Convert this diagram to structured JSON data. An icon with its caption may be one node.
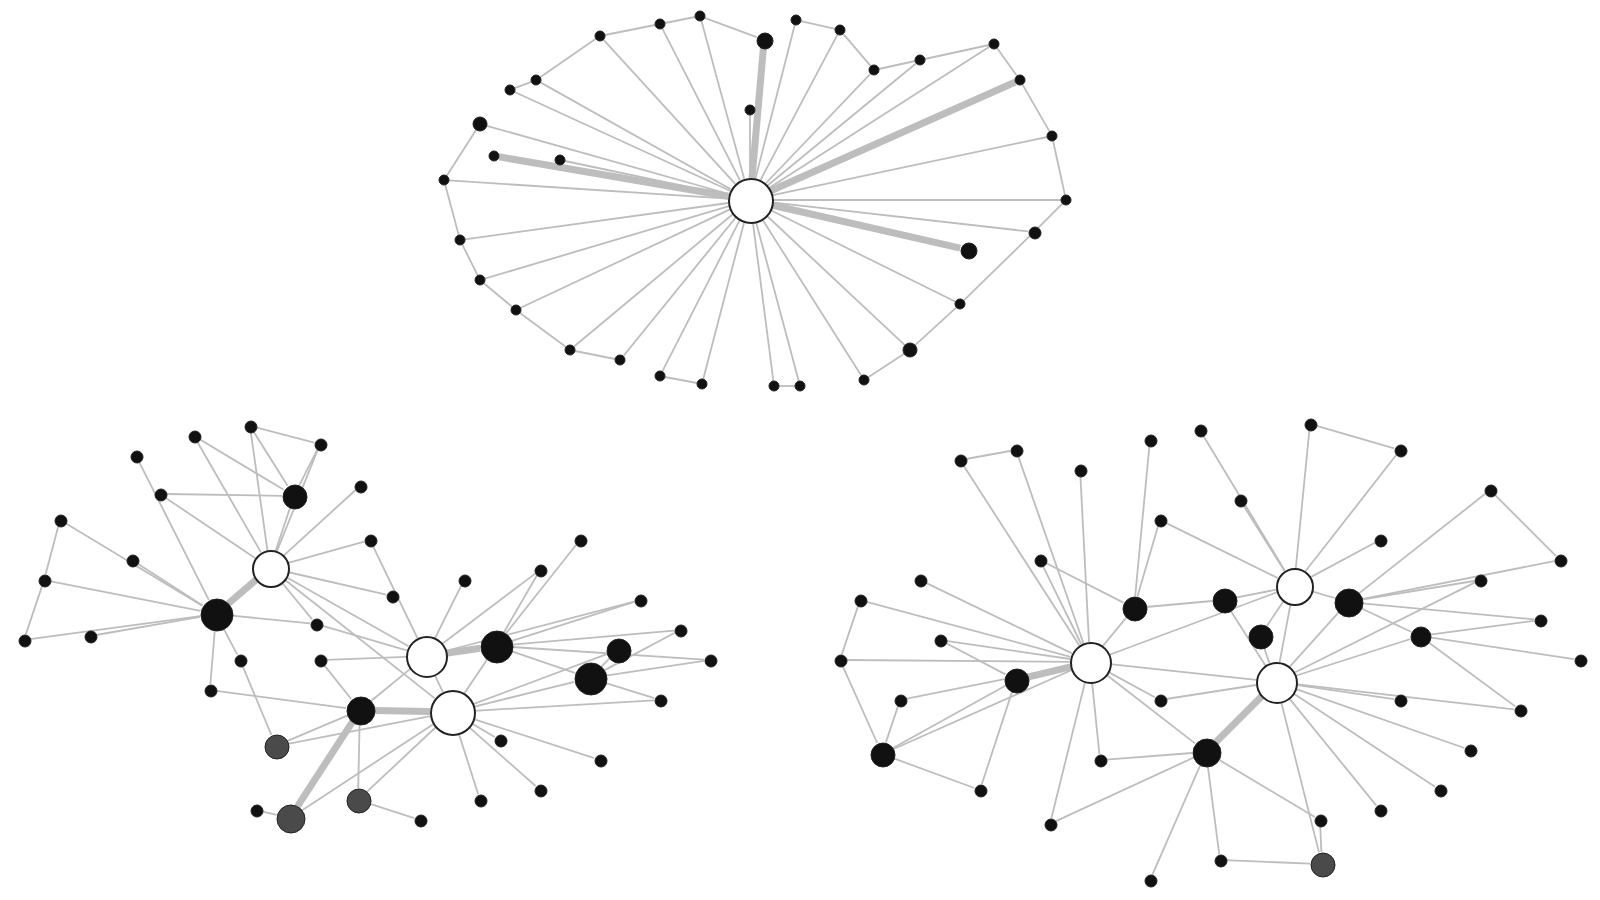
{
  "diagram": {
    "nodes": [
      {
        "text": [],
        "shape": "circle"
      },
      {
        "text": [],
        "shape": "circle"
      },
      {
        "text": [],
        "shape": "circle"
      },
      {
        "text": [],
        "shape": "circle"
      },
      {
        "text": [],
        "shape": "circle"
      },
      {
        "text": [],
        "shape": "circle"
      },
      {
        "text": [],
        "shape": "circle"
      },
      {
        "text": [],
        "shape": "circle"
      },
      {
        "text": [],
        "shape": "circle"
      },
      {
        "text": [],
        "shape": "circle"
      },
      {
        "text": [],
        "shape": "circle"
      },
      {
        "text": [],
        "shape": "circle"
      },
      {
        "text": [],
        "shape": "circle"
      },
      {
        "text": [],
        "shape": "circle"
      },
      {
        "text": [],
        "shape": "circle"
      },
      {
        "text": [],
        "shape": "circle"
      },
      {
        "text": [],
        "shape": "circle"
      },
      {
        "text": [],
        "shape": "circle"
      },
      {
        "text": [],
        "shape": "circle"
      },
      {
        "text": [],
        "shape": "circle"
      },
      {
        "text": [],
        "shape": "circle"
      },
      {
        "text": [],
        "shape": "circle"
      },
      {
        "text": [],
        "shape": "circle"
      },
      {
        "text": [],
        "shape": "circle"
      },
      {
        "text": [],
        "shape": "circle"
      },
      {
        "text": [],
        "shape": "circle"
      },
      {
        "text": [],
        "shape": "circle"
      },
      {
        "text": [],
        "shape": "circle"
      },
      {
        "text": [],
        "shape": "circle"
      },
      {
        "text": [],
        "shape": "circle"
      },
      {
        "text": [],
        "shape": "circle"
      },
      {
        "text": [],
        "shape": "circle"
      },
      {
        "text": [],
        "shape": "circle"
      },
      {
        "text": [],
        "shape": "circle"
      },
      {
        "text": [],
        "shape": "circle"
      },
      {
        "text": [],
        "shape": "circle"
      },
      {
        "text": [],
        "shape": "circle"
      },
      {
        "text": [],
        "shape": "circle"
      },
      {
        "text": [],
        "shape": "circle"
      },
      {
        "text": [],
        "shape": "circle"
      },
      {
        "text": [],
        "shape": "circle"
      },
      {
        "text": [],
        "shape": "circle"
      },
      {
        "text": [],
        "shape": "circle"
      },
      {
        "text": [],
        "shape": "circle"
      },
      {
        "text": [],
        "shape": "circle"
      },
      {
        "text": [],
        "shape": "circle"
      },
      {
        "text": [],
        "shape": "circle"
      },
      {
        "text": [],
        "shape": "circle"
      },
      {
        "text": [],
        "shape": "circle"
      },
      {
        "text": [],
        "shape": "circle"
      },
      {
        "text": [],
        "shape": "circle"
      },
      {
        "text": [],
        "shape": "circle"
      },
      {
        "text": [],
        "shape": "circle"
      },
      {
        "text": [],
        "shape": "circle"
      },
      {
        "text": [],
        "shape": "circle"
      },
      {
        "text": [],
        "shape": "circle"
      },
      {
        "text": [],
        "shape": "circle"
      },
      {
        "text": [],
        "shape": "circle"
      },
      {
        "text": [],
        "shape": "circle"
      },
      {
        "text": [],
        "shape": "circle"
      },
      {
        "text": [],
        "shape": "circle"
      },
      {
        "text": [],
        "shape": "circle"
      },
      {
        "text": [],
        "shape": "circle"
      },
      {
        "text": [],
        "shape": "circle"
      },
      {
        "text": [],
        "shape": "circle"
      },
      {
        "text": [],
        "shape": "circle"
      },
      {
        "text": [],
        "shape": "circle"
      },
      {
        "text": [],
        "shape": "circle"
      },
      {
        "text": [],
        "shape": "circle"
      },
      {
        "text": [],
        "shape": "circle"
      },
      {
        "text": [],
        "shape": "circle"
      },
      {
        "text": [],
        "shape": "circle"
      },
      {
        "text": [],
        "shape": "circle"
      },
      {
        "text": [],
        "shape": "circle"
      },
      {
        "text": [],
        "shape": "circle"
      },
      {
        "text": [],
        "shape": "circle"
      },
      {
        "text": [],
        "shape": "circle"
      },
      {
        "text": [],
        "shape": "circle"
      },
      {
        "text": [],
        "shape": "circle"
      },
      {
        "text": [],
        "shape": "circle"
      },
      {
        "text": [],
        "shape": "circle"
      },
      {
        "text": [],
        "shape": "circle"
      },
      {
        "text": [],
        "shape": "circle"
      },
      {
        "text": [],
        "shape": "circle"
      },
      {
        "text": [],
        "shape": "circle"
      },
      {
        "text": [],
        "shape": "circle"
      },
      {
        "text": [],
        "shape": "circle"
      },
      {
        "text": [],
        "shape": "circle"
      },
      {
        "text": [],
        "shape": "circle"
      },
      {
        "text": [],
        "shape": "circle"
      },
      {
        "text": [],
        "shape": "circle"
      },
      {
        "text": [],
        "shape": "circle"
      },
      {
        "text": [],
        "shape": "circle"
      },
      {
        "text": [],
        "shape": "circle"
      },
      {
        "text": [],
        "shape": "circle"
      },
      {
        "text": [],
        "shape": "circle"
      },
      {
        "text": [],
        "shape": "circle"
      },
      {
        "text": [],
        "shape": "circle"
      },
      {
        "text": [],
        "shape": "circle"
      },
      {
        "text": [],
        "shape": "circle"
      },
      {
        "text": [],
        "shape": "circle"
      },
      {
        "text": [],
        "shape": "circle"
      },
      {
        "text": [],
        "shape": "circle"
      },
      {
        "text": [],
        "shape": "circle"
      },
      {
        "text": [],
        "shape": "circle"
      },
      {
        "text": [],
        "shape": "circle"
      },
      {
        "text": [],
        "shape": "circle"
      },
      {
        "text": [],
        "shape": "circle"
      },
      {
        "text": [],
        "shape": "circle"
      },
      {
        "text": [],
        "shape": "circle"
      },
      {
        "text": [],
        "shape": "circle"
      },
      {
        "text": [],
        "shape": "circle"
      },
      {
        "text": [],
        "shape": "circle"
      },
      {
        "text": [],
        "shape": "circle"
      },
      {
        "text": [],
        "shape": "circle"
      },
      {
        "text": [],
        "shape": "circle"
      },
      {
        "text": [],
        "shape": "circle"
      },
      {
        "text": [],
        "shape": "circle"
      },
      {
        "text": [],
        "shape": "circle"
      },
      {
        "text": [],
        "shape": "circle"
      },
      {
        "text": [],
        "shape": "circle"
      }
    ],
    "edges": [
      {
        "from": 0,
        "to": 1,
        "arrow": "none"
      },
      {
        "from": 0,
        "to": 2,
        "arrow": "none",
        "style": "thick"
      },
      {
        "from": 0,
        "to": 3,
        "arrow": "none"
      },
      {
        "from": 0,
        "to": 4,
        "arrow": "none"
      },
      {
        "from": 0,
        "to": 5,
        "arrow": "none"
      },
      {
        "from": 0,
        "to": 6,
        "arrow": "none"
      },
      {
        "from": 0,
        "to": 7,
        "arrow": "none"
      },
      {
        "from": 0,
        "to": 8,
        "arrow": "none",
        "style": "thick"
      },
      {
        "from": 0,
        "to": 9,
        "arrow": "none"
      },
      {
        "from": 0,
        "to": 10,
        "arrow": "none"
      },
      {
        "from": 0,
        "to": 11,
        "arrow": "none"
      },
      {
        "from": 0,
        "to": 12,
        "arrow": "none"
      },
      {
        "from": 0,
        "to": 13,
        "arrow": "none"
      },
      {
        "from": 0,
        "to": 14,
        "arrow": "none",
        "style": "thick"
      },
      {
        "from": 0,
        "to": 15,
        "arrow": "none"
      },
      {
        "from": 0,
        "to": 16,
        "arrow": "none"
      },
      {
        "from": 0,
        "to": 17,
        "arrow": "none"
      },
      {
        "from": 0,
        "to": 18,
        "arrow": "none",
        "style": "thick"
      },
      {
        "from": 0,
        "to": 19,
        "arrow": "none"
      },
      {
        "from": 0,
        "to": 20,
        "arrow": "none"
      },
      {
        "from": 0,
        "to": 21,
        "arrow": "none"
      },
      {
        "from": 0,
        "to": 22,
        "arrow": "none"
      },
      {
        "from": 0,
        "to": 23,
        "arrow": "none"
      },
      {
        "from": 0,
        "to": 24,
        "arrow": "none"
      },
      {
        "from": 0,
        "to": 25,
        "arrow": "none"
      },
      {
        "from": 0,
        "to": 26,
        "arrow": "none"
      },
      {
        "from": 0,
        "to": 27,
        "arrow": "none"
      },
      {
        "from": 0,
        "to": 28,
        "arrow": "none"
      },
      {
        "from": 0,
        "to": 29,
        "arrow": "none"
      },
      {
        "from": 0,
        "to": 30,
        "arrow": "none"
      },
      {
        "from": 0,
        "to": 31,
        "arrow": "none"
      },
      {
        "from": 0,
        "to": 32,
        "arrow": "none"
      },
      {
        "from": 0,
        "to": 33,
        "arrow": "none"
      },
      {
        "from": 32,
        "to": 4,
        "arrow": "none"
      },
      {
        "from": 4,
        "to": 5,
        "arrow": "none"
      },
      {
        "from": 5,
        "to": 6,
        "arrow": "none"
      },
      {
        "from": 6,
        "to": 7,
        "arrow": "none"
      },
      {
        "from": 7,
        "to": 8,
        "arrow": "none"
      },
      {
        "from": 9,
        "to": 10,
        "arrow": "none"
      },
      {
        "from": 10,
        "to": 11,
        "arrow": "none"
      },
      {
        "from": 11,
        "to": 12,
        "arrow": "none"
      },
      {
        "from": 12,
        "to": 13,
        "arrow": "none"
      },
      {
        "from": 13,
        "to": 14,
        "arrow": "none"
      },
      {
        "from": 14,
        "to": 15,
        "arrow": "none"
      },
      {
        "from": 15,
        "to": 16,
        "arrow": "none"
      },
      {
        "from": 16,
        "to": 17,
        "arrow": "none"
      },
      {
        "from": 17,
        "to": 19,
        "arrow": "none"
      },
      {
        "from": 19,
        "to": 20,
        "arrow": "none"
      },
      {
        "from": 20,
        "to": 21,
        "arrow": "none"
      },
      {
        "from": 22,
        "to": 23,
        "arrow": "none"
      },
      {
        "from": 24,
        "to": 25,
        "arrow": "none"
      },
      {
        "from": 26,
        "to": 27,
        "arrow": "none"
      },
      {
        "from": 27,
        "to": 28,
        "arrow": "none"
      },
      {
        "from": 28,
        "to": 29,
        "arrow": "none"
      },
      {
        "from": 29,
        "to": 30,
        "arrow": "none"
      },
      {
        "from": 30,
        "to": 31,
        "arrow": "none"
      },
      {
        "from": 31,
        "to": 1,
        "arrow": "none"
      },
      {
        "from": 34,
        "to": 37,
        "arrow": "none",
        "style": "thick"
      },
      {
        "from": 34,
        "to": 42,
        "arrow": "none"
      },
      {
        "from": 34,
        "to": 46,
        "arrow": "none"
      },
      {
        "from": 34,
        "to": 47,
        "arrow": "none"
      },
      {
        "from": 34,
        "to": 48,
        "arrow": "none"
      },
      {
        "from": 34,
        "to": 49,
        "arrow": "none"
      },
      {
        "from": 34,
        "to": 56,
        "arrow": "none"
      },
      {
        "from": 34,
        "to": 57,
        "arrow": "none"
      },
      {
        "from": 34,
        "to": 58,
        "arrow": "none"
      },
      {
        "from": 34,
        "to": 73,
        "arrow": "none"
      },
      {
        "from": 34,
        "to": 36,
        "arrow": "none"
      },
      {
        "from": 34,
        "to": 35,
        "arrow": "none"
      },
      {
        "from": 35,
        "to": 38,
        "arrow": "none",
        "style": "thick"
      },
      {
        "from": 35,
        "to": 39,
        "arrow": "none"
      },
      {
        "from": 35,
        "to": 59,
        "arrow": "none"
      },
      {
        "from": 35,
        "to": 60,
        "arrow": "none"
      },
      {
        "from": 35,
        "to": 57,
        "arrow": "none"
      },
      {
        "from": 35,
        "to": 75,
        "arrow": "none"
      },
      {
        "from": 35,
        "to": 36,
        "arrow": "none"
      },
      {
        "from": 35,
        "to": 62,
        "arrow": "none"
      },
      {
        "from": 35,
        "to": 73,
        "arrow": "none"
      },
      {
        "from": 36,
        "to": 39,
        "arrow": "none",
        "style": "thick"
      },
      {
        "from": 36,
        "to": 40,
        "arrow": "none"
      },
      {
        "from": 36,
        "to": 41,
        "arrow": "none"
      },
      {
        "from": 36,
        "to": 43,
        "arrow": "none"
      },
      {
        "from": 36,
        "to": 45,
        "arrow": "none"
      },
      {
        "from": 36,
        "to": 65,
        "arrow": "none"
      },
      {
        "from": 36,
        "to": 66,
        "arrow": "none"
      },
      {
        "from": 36,
        "to": 67,
        "arrow": "none"
      },
      {
        "from": 36,
        "to": 68,
        "arrow": "none"
      },
      {
        "from": 36,
        "to": 74,
        "arrow": "none"
      },
      {
        "from": 36,
        "to": 38,
        "arrow": "none"
      },
      {
        "from": 36,
        "to": 44,
        "arrow": "none"
      },
      {
        "from": 37,
        "to": 50,
        "arrow": "none"
      },
      {
        "from": 37,
        "to": 51,
        "arrow": "none"
      },
      {
        "from": 37,
        "to": 52,
        "arrow": "none"
      },
      {
        "from": 37,
        "to": 53,
        "arrow": "none"
      },
      {
        "from": 37,
        "to": 54,
        "arrow": "none"
      },
      {
        "from": 37,
        "to": 55,
        "arrow": "none"
      },
      {
        "from": 37,
        "to": 71,
        "arrow": "none"
      },
      {
        "from": 37,
        "to": 72,
        "arrow": "none"
      },
      {
        "from": 37,
        "to": 57,
        "arrow": "none"
      },
      {
        "from": 38,
        "to": 40,
        "arrow": "none"
      },
      {
        "from": 38,
        "to": 61,
        "arrow": "none"
      },
      {
        "from": 38,
        "to": 62,
        "arrow": "none"
      },
      {
        "from": 38,
        "to": 63,
        "arrow": "none"
      },
      {
        "from": 38,
        "to": 64,
        "arrow": "none"
      },
      {
        "from": 38,
        "to": 60,
        "arrow": "none"
      },
      {
        "from": 39,
        "to": 43,
        "arrow": "none"
      },
      {
        "from": 39,
        "to": 44,
        "arrow": "none",
        "style": "thick"
      },
      {
        "from": 39,
        "to": 45,
        "arrow": "none"
      },
      {
        "from": 39,
        "to": 75,
        "arrow": "none"
      },
      {
        "from": 39,
        "to": 71,
        "arrow": "none"
      },
      {
        "from": 40,
        "to": 41,
        "arrow": "none"
      },
      {
        "from": 40,
        "to": 64,
        "arrow": "none"
      },
      {
        "from": 40,
        "to": 65,
        "arrow": "none"
      },
      {
        "from": 40,
        "to": 63,
        "arrow": "none"
      },
      {
        "from": 42,
        "to": 46,
        "arrow": "none"
      },
      {
        "from": 42,
        "to": 47,
        "arrow": "none"
      },
      {
        "from": 42,
        "to": 48,
        "arrow": "none"
      },
      {
        "from": 42,
        "to": 56,
        "arrow": "none"
      },
      {
        "from": 44,
        "to": 70,
        "arrow": "none"
      },
      {
        "from": 45,
        "to": 69,
        "arrow": "none"
      },
      {
        "from": 43,
        "to": 72,
        "arrow": "none"
      },
      {
        "from": 51,
        "to": 52,
        "arrow": "none"
      },
      {
        "from": 52,
        "to": 53,
        "arrow": "none"
      },
      {
        "from": 47,
        "to": 48,
        "arrow": "none"
      },
      {
        "from": 76,
        "to": 81,
        "arrow": "none",
        "style": "thick"
      },
      {
        "from": 76,
        "to": 82,
        "arrow": "none"
      },
      {
        "from": 76,
        "to": 83,
        "arrow": "none"
      },
      {
        "from": 76,
        "to": 80,
        "arrow": "none"
      },
      {
        "from": 76,
        "to": 77,
        "arrow": "none"
      },
      {
        "from": 76,
        "to": 78,
        "arrow": "none"
      },
      {
        "from": 76,
        "to": 88,
        "arrow": "none"
      },
      {
        "from": 76,
        "to": 89,
        "arrow": "none"
      },
      {
        "from": 76,
        "to": 90,
        "arrow": "none"
      },
      {
        "from": 76,
        "to": 108,
        "arrow": "none"
      },
      {
        "from": 76,
        "to": 109,
        "arrow": "none"
      },
      {
        "from": 76,
        "to": 110,
        "arrow": "none"
      },
      {
        "from": 76,
        "to": 111,
        "arrow": "none"
      },
      {
        "from": 76,
        "to": 112,
        "arrow": "none"
      },
      {
        "from": 76,
        "to": 117,
        "arrow": "none"
      },
      {
        "from": 76,
        "to": 118,
        "arrow": "none"
      },
      {
        "from": 76,
        "to": 120,
        "arrow": "none"
      },
      {
        "from": 76,
        "to": 106,
        "arrow": "none"
      },
      {
        "from": 77,
        "to": 78,
        "arrow": "none"
      },
      {
        "from": 77,
        "to": 79,
        "arrow": "none"
      },
      {
        "from": 77,
        "to": 80,
        "arrow": "none",
        "style": "thick"
      },
      {
        "from": 77,
        "to": 84,
        "arrow": "none"
      },
      {
        "from": 77,
        "to": 86,
        "arrow": "none"
      },
      {
        "from": 77,
        "to": 87,
        "arrow": "none"
      },
      {
        "from": 77,
        "to": 99,
        "arrow": "none"
      },
      {
        "from": 77,
        "to": 100,
        "arrow": "none"
      },
      {
        "from": 77,
        "to": 101,
        "arrow": "none"
      },
      {
        "from": 77,
        "to": 102,
        "arrow": "none"
      },
      {
        "from": 77,
        "to": 118,
        "arrow": "none"
      },
      {
        "from": 77,
        "to": 119,
        "arrow": "none"
      },
      {
        "from": 77,
        "to": 85,
        "arrow": "none"
      },
      {
        "from": 77,
        "to": 116,
        "arrow": "none"
      },
      {
        "from": 78,
        "to": 79,
        "arrow": "none"
      },
      {
        "from": 78,
        "to": 84,
        "arrow": "none"
      },
      {
        "from": 78,
        "to": 86,
        "arrow": "none"
      },
      {
        "from": 78,
        "to": 92,
        "arrow": "none"
      },
      {
        "from": 78,
        "to": 93,
        "arrow": "none"
      },
      {
        "from": 78,
        "to": 94,
        "arrow": "none"
      },
      {
        "from": 78,
        "to": 113,
        "arrow": "none"
      },
      {
        "from": 78,
        "to": 114,
        "arrow": "none"
      },
      {
        "from": 78,
        "to": 115,
        "arrow": "none"
      },
      {
        "from": 79,
        "to": 95,
        "arrow": "none"
      },
      {
        "from": 79,
        "to": 96,
        "arrow": "none"
      },
      {
        "from": 79,
        "to": 97,
        "arrow": "none"
      },
      {
        "from": 79,
        "to": 116,
        "arrow": "none"
      },
      {
        "from": 79,
        "to": 87,
        "arrow": "none"
      },
      {
        "from": 80,
        "to": 103,
        "arrow": "none"
      },
      {
        "from": 80,
        "to": 104,
        "arrow": "none"
      },
      {
        "from": 80,
        "to": 105,
        "arrow": "none"
      },
      {
        "from": 80,
        "to": 117,
        "arrow": "none"
      },
      {
        "from": 80,
        "to": 106,
        "arrow": "none"
      },
      {
        "from": 81,
        "to": 82,
        "arrow": "none"
      },
      {
        "from": 81,
        "to": 107,
        "arrow": "none"
      },
      {
        "from": 81,
        "to": 120,
        "arrow": "none"
      },
      {
        "from": 82,
        "to": 107,
        "arrow": "none"
      },
      {
        "from": 82,
        "to": 108,
        "arrow": "none"
      },
      {
        "from": 82,
        "to": 109,
        "arrow": "none"
      },
      {
        "from": 83,
        "to": 84,
        "arrow": "none"
      },
      {
        "from": 83,
        "to": 91,
        "arrow": "none"
      },
      {
        "from": 83,
        "to": 112,
        "arrow": "none"
      },
      {
        "from": 83,
        "to": 113,
        "arrow": "none"
      },
      {
        "from": 85,
        "to": 103,
        "arrow": "none"
      },
      {
        "from": 85,
        "to": 104,
        "arrow": "none"
      },
      {
        "from": 87,
        "to": 97,
        "arrow": "none"
      },
      {
        "from": 87,
        "to": 98,
        "arrow": "none"
      },
      {
        "from": 87,
        "to": 99,
        "arrow": "none"
      },
      {
        "from": 88,
        "to": 89,
        "arrow": "none"
      },
      {
        "from": 93,
        "to": 94,
        "arrow": "none"
      },
      {
        "from": 95,
        "to": 96,
        "arrow": "none"
      },
      {
        "from": 109,
        "to": 110,
        "arrow": "none"
      }
    ]
  }
}
